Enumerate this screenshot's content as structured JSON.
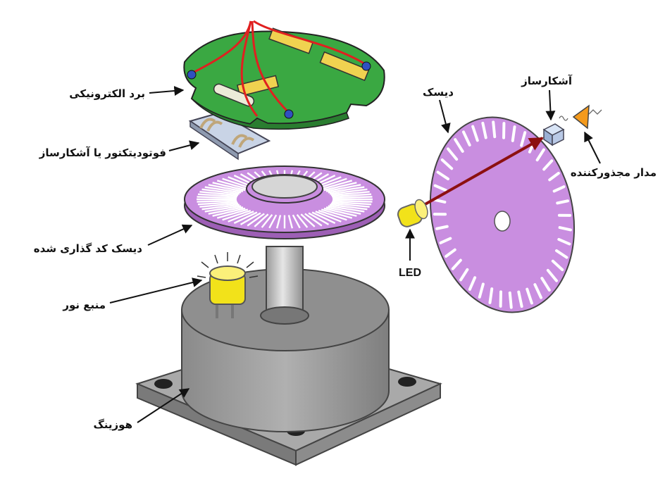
{
  "labels": {
    "pcb": "برد الکترونیکی",
    "photodetector": "فوتودیتکتور یا آشکارساز",
    "coded_disc": "دیسک کد گذاری شده",
    "light_source": "منبع نور",
    "housing": "هوزینگ",
    "disc": "دیسک",
    "detector": "آشکارساز",
    "squaring_circuit": "مدار مجذورکننده",
    "led": "LED"
  },
  "colors": {
    "pcb_green": "#3aa842",
    "disc_purple": "#c98ee0",
    "housing_gray": "#9a9a9a",
    "led_yellow": "#f2e21a",
    "beam_red": "#8c1010",
    "chip_yellow": "#f0d250",
    "wire_red": "#e02020"
  },
  "icons": [
    "pcb-board",
    "photodetector-block",
    "coded-disc",
    "led-bulb",
    "motor-housing",
    "slotted-disc",
    "detector-cube",
    "amplifier-triangle"
  ]
}
